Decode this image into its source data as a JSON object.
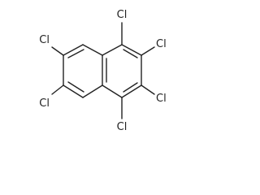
{
  "molecule": {
    "atoms": [
      {
        "id": "Cl1",
        "label": "Cl"
      },
      {
        "id": "Cl2",
        "label": "Cl"
      },
      {
        "id": "Cl3",
        "label": "Cl"
      },
      {
        "id": "Cl4",
        "label": "Cl"
      },
      {
        "id": "Cl5",
        "label": "Cl"
      },
      {
        "id": "Cl6",
        "label": "Cl"
      }
    ],
    "colors": {
      "bond": "#222222",
      "label": "#222222",
      "background": "#ffffff"
    }
  }
}
